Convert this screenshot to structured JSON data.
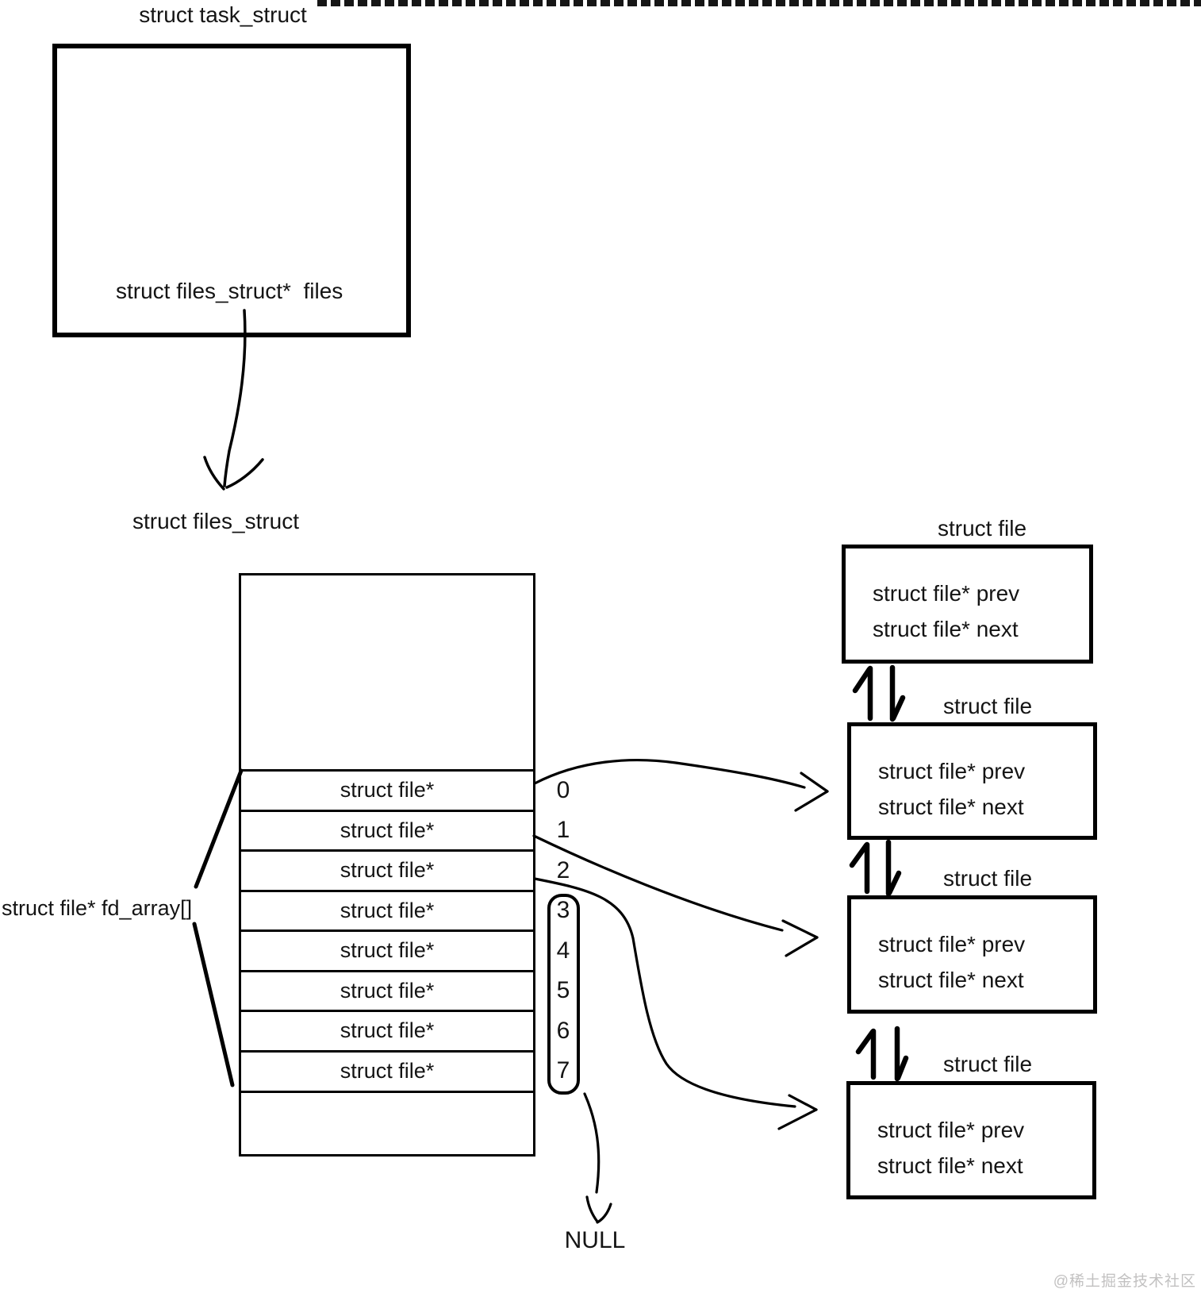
{
  "task_struct": {
    "title": "struct task_struct",
    "field": "struct files_struct*  files"
  },
  "files_struct": {
    "label": "struct files_struct",
    "fd_array_label": "struct file* fd_array[]",
    "null_label": "NULL",
    "rows": [
      {
        "label": "struct file*",
        "index": "0"
      },
      {
        "label": "struct file*",
        "index": "1"
      },
      {
        "label": "struct file*",
        "index": "2"
      },
      {
        "label": "struct file*",
        "index": "3"
      },
      {
        "label": "struct file*",
        "index": "4"
      },
      {
        "label": "struct file*",
        "index": "5"
      },
      {
        "label": "struct file*",
        "index": "6"
      },
      {
        "label": "struct file*",
        "index": "7"
      }
    ]
  },
  "file_boxes": [
    {
      "title": "struct file",
      "prev": "struct file* prev",
      "next": "struct file* next"
    },
    {
      "title": "struct file",
      "prev": "struct file* prev",
      "next": "struct file* next"
    },
    {
      "title": "struct file",
      "prev": "struct file* prev",
      "next": "struct file* next"
    },
    {
      "title": "struct file",
      "prev": "struct file* prev",
      "next": "struct file* next"
    }
  ],
  "watermark": "@稀土掘金技术社区",
  "colors": {
    "ink": "#000000",
    "watermark": "#c2c1c1",
    "top_strip": "#161616"
  }
}
